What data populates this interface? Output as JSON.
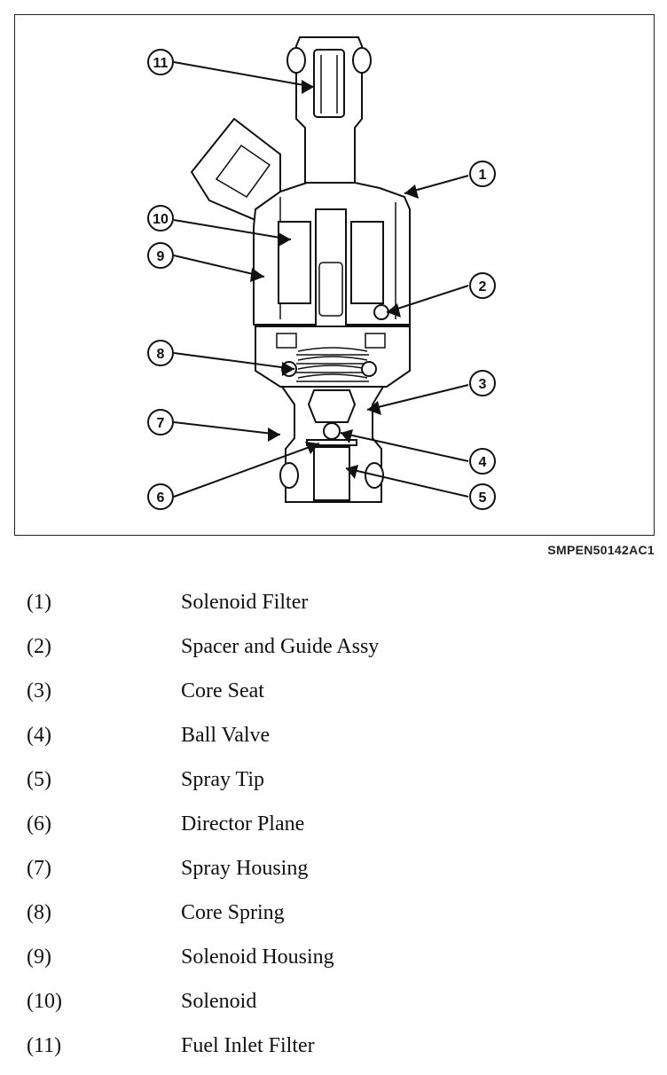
{
  "figure_id": "SMPEN50142AC1",
  "callouts": [
    {
      "id": "1",
      "label": "1"
    },
    {
      "id": "2",
      "label": "2"
    },
    {
      "id": "3",
      "label": "3"
    },
    {
      "id": "4",
      "label": "4"
    },
    {
      "id": "5",
      "label": "5"
    },
    {
      "id": "6",
      "label": "6"
    },
    {
      "id": "7",
      "label": "7"
    },
    {
      "id": "8",
      "label": "8"
    },
    {
      "id": "9",
      "label": "9"
    },
    {
      "id": "10",
      "label": "10"
    },
    {
      "id": "11",
      "label": "11"
    }
  ],
  "legend": [
    {
      "num": "(1)",
      "label": "Solenoid Filter"
    },
    {
      "num": "(2)",
      "label": "Spacer and Guide Assy"
    },
    {
      "num": "(3)",
      "label": "Core Seat"
    },
    {
      "num": "(4)",
      "label": "Ball Valve"
    },
    {
      "num": "(5)",
      "label": "Spray Tip"
    },
    {
      "num": "(6)",
      "label": "Director Plane"
    },
    {
      "num": "(7)",
      "label": "Spray Housing"
    },
    {
      "num": "(8)",
      "label": "Core Spring"
    },
    {
      "num": "(9)",
      "label": "Solenoid Housing"
    },
    {
      "num": "(10)",
      "label": "Solenoid"
    },
    {
      "num": "(11)",
      "label": "Fuel Inlet Filter"
    }
  ]
}
